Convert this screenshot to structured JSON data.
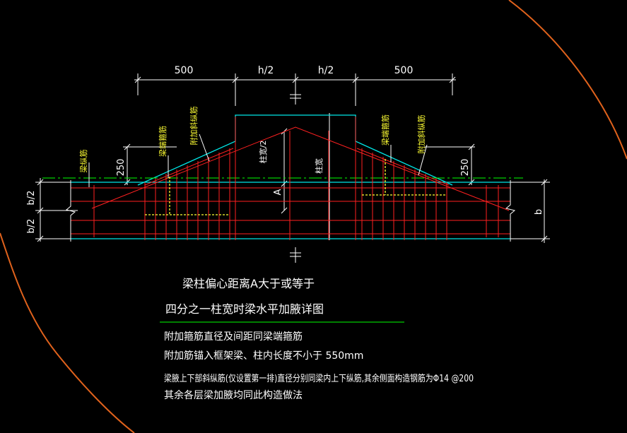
{
  "colors": {
    "background": "#000000",
    "boundary": "#e0621c",
    "dim": "#ffffff",
    "beam": "#00e6e6",
    "rebar": "#ff2020",
    "axis": "#00ff00",
    "label": "#ffff33",
    "text": "#ffffff",
    "divider": "#00ff00"
  },
  "dims": {
    "top_left_500": "500",
    "top_h2_left": "h/2",
    "top_h2_right": "h/2",
    "top_right_500": "500",
    "left_250": "250",
    "right_250": "250",
    "b_half_top": "b/2",
    "b_half_bottom": "b/2",
    "b_total": "b",
    "A": "A",
    "col_half": "柱宽/2",
    "col_width": "柱宽"
  },
  "labels": {
    "beam_long_bar": "梁纵筋",
    "haunch_stirrup_left": "梁端箍筋",
    "extra_diag_left": "附加斜纵筋",
    "haunch_stirrup_right": "梁端箍筋",
    "extra_diag_right": "附加斜纵筋"
  },
  "title": {
    "line1": "梁柱偏心距离A大于或等于",
    "line2": "四分之一柱宽时梁水平加腋详图"
  },
  "notes": [
    "附加箍筋直径及间距同梁端箍筋",
    "附加筋锚入框架梁、柱内长度不小于 550mm",
    "梁腋上下部斜纵筋(仅设置第一排)直径分别同梁内上下纵筋,其余侧面构造钢筋为Φ14 @200",
    "其余各层梁加腋均同此构造做法"
  ]
}
